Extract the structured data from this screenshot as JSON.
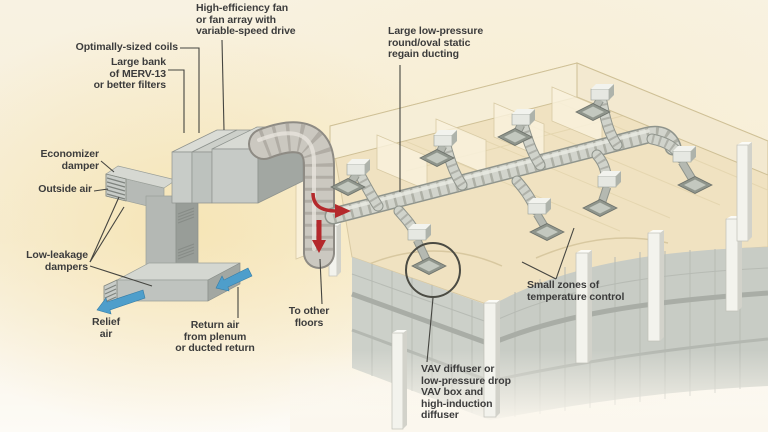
{
  "figure": {
    "type": "isometric-cutaway-diagram",
    "subject": "High-performance VAV HVAC system serving small temperature zones on an office floor"
  },
  "labels": {
    "fan": "High-efficiency fan\nor fan array with\nvariable-speed drive",
    "coils": "Optimally-sized coils",
    "filters": "Large bank\nof MERV-13\nor better filters",
    "economizer_damper": "Economizer\ndamper",
    "outside_air": "Outside air",
    "low_leakage_dampers": "Low-leakage\ndampers",
    "relief_air": "Relief\nair",
    "return_air": "Return air\nfrom plenum\nor ducted return",
    "to_other_floors": "To other\nfloors",
    "regain_ducting": "Large low-pressure\nround/oval static\nregain ducting",
    "small_zones": "Small zones of\ntemperature control",
    "vav_diffuser": "VAV diffuser or\nlow-pressure drop\nVAV box and\nhigh-induction\ndiffuser"
  },
  "colors": {
    "supply_air_arrow_red": "#b4292c",
    "relief_return_arrow_blue": "#4e9ecb",
    "label_text": "#3c3c3c",
    "background_cream": "#f7efd9",
    "duct_gray": "#cbc8c0",
    "floor_tan": "#f0e2c1",
    "glass_wall_gray": "#c8ccc5"
  }
}
